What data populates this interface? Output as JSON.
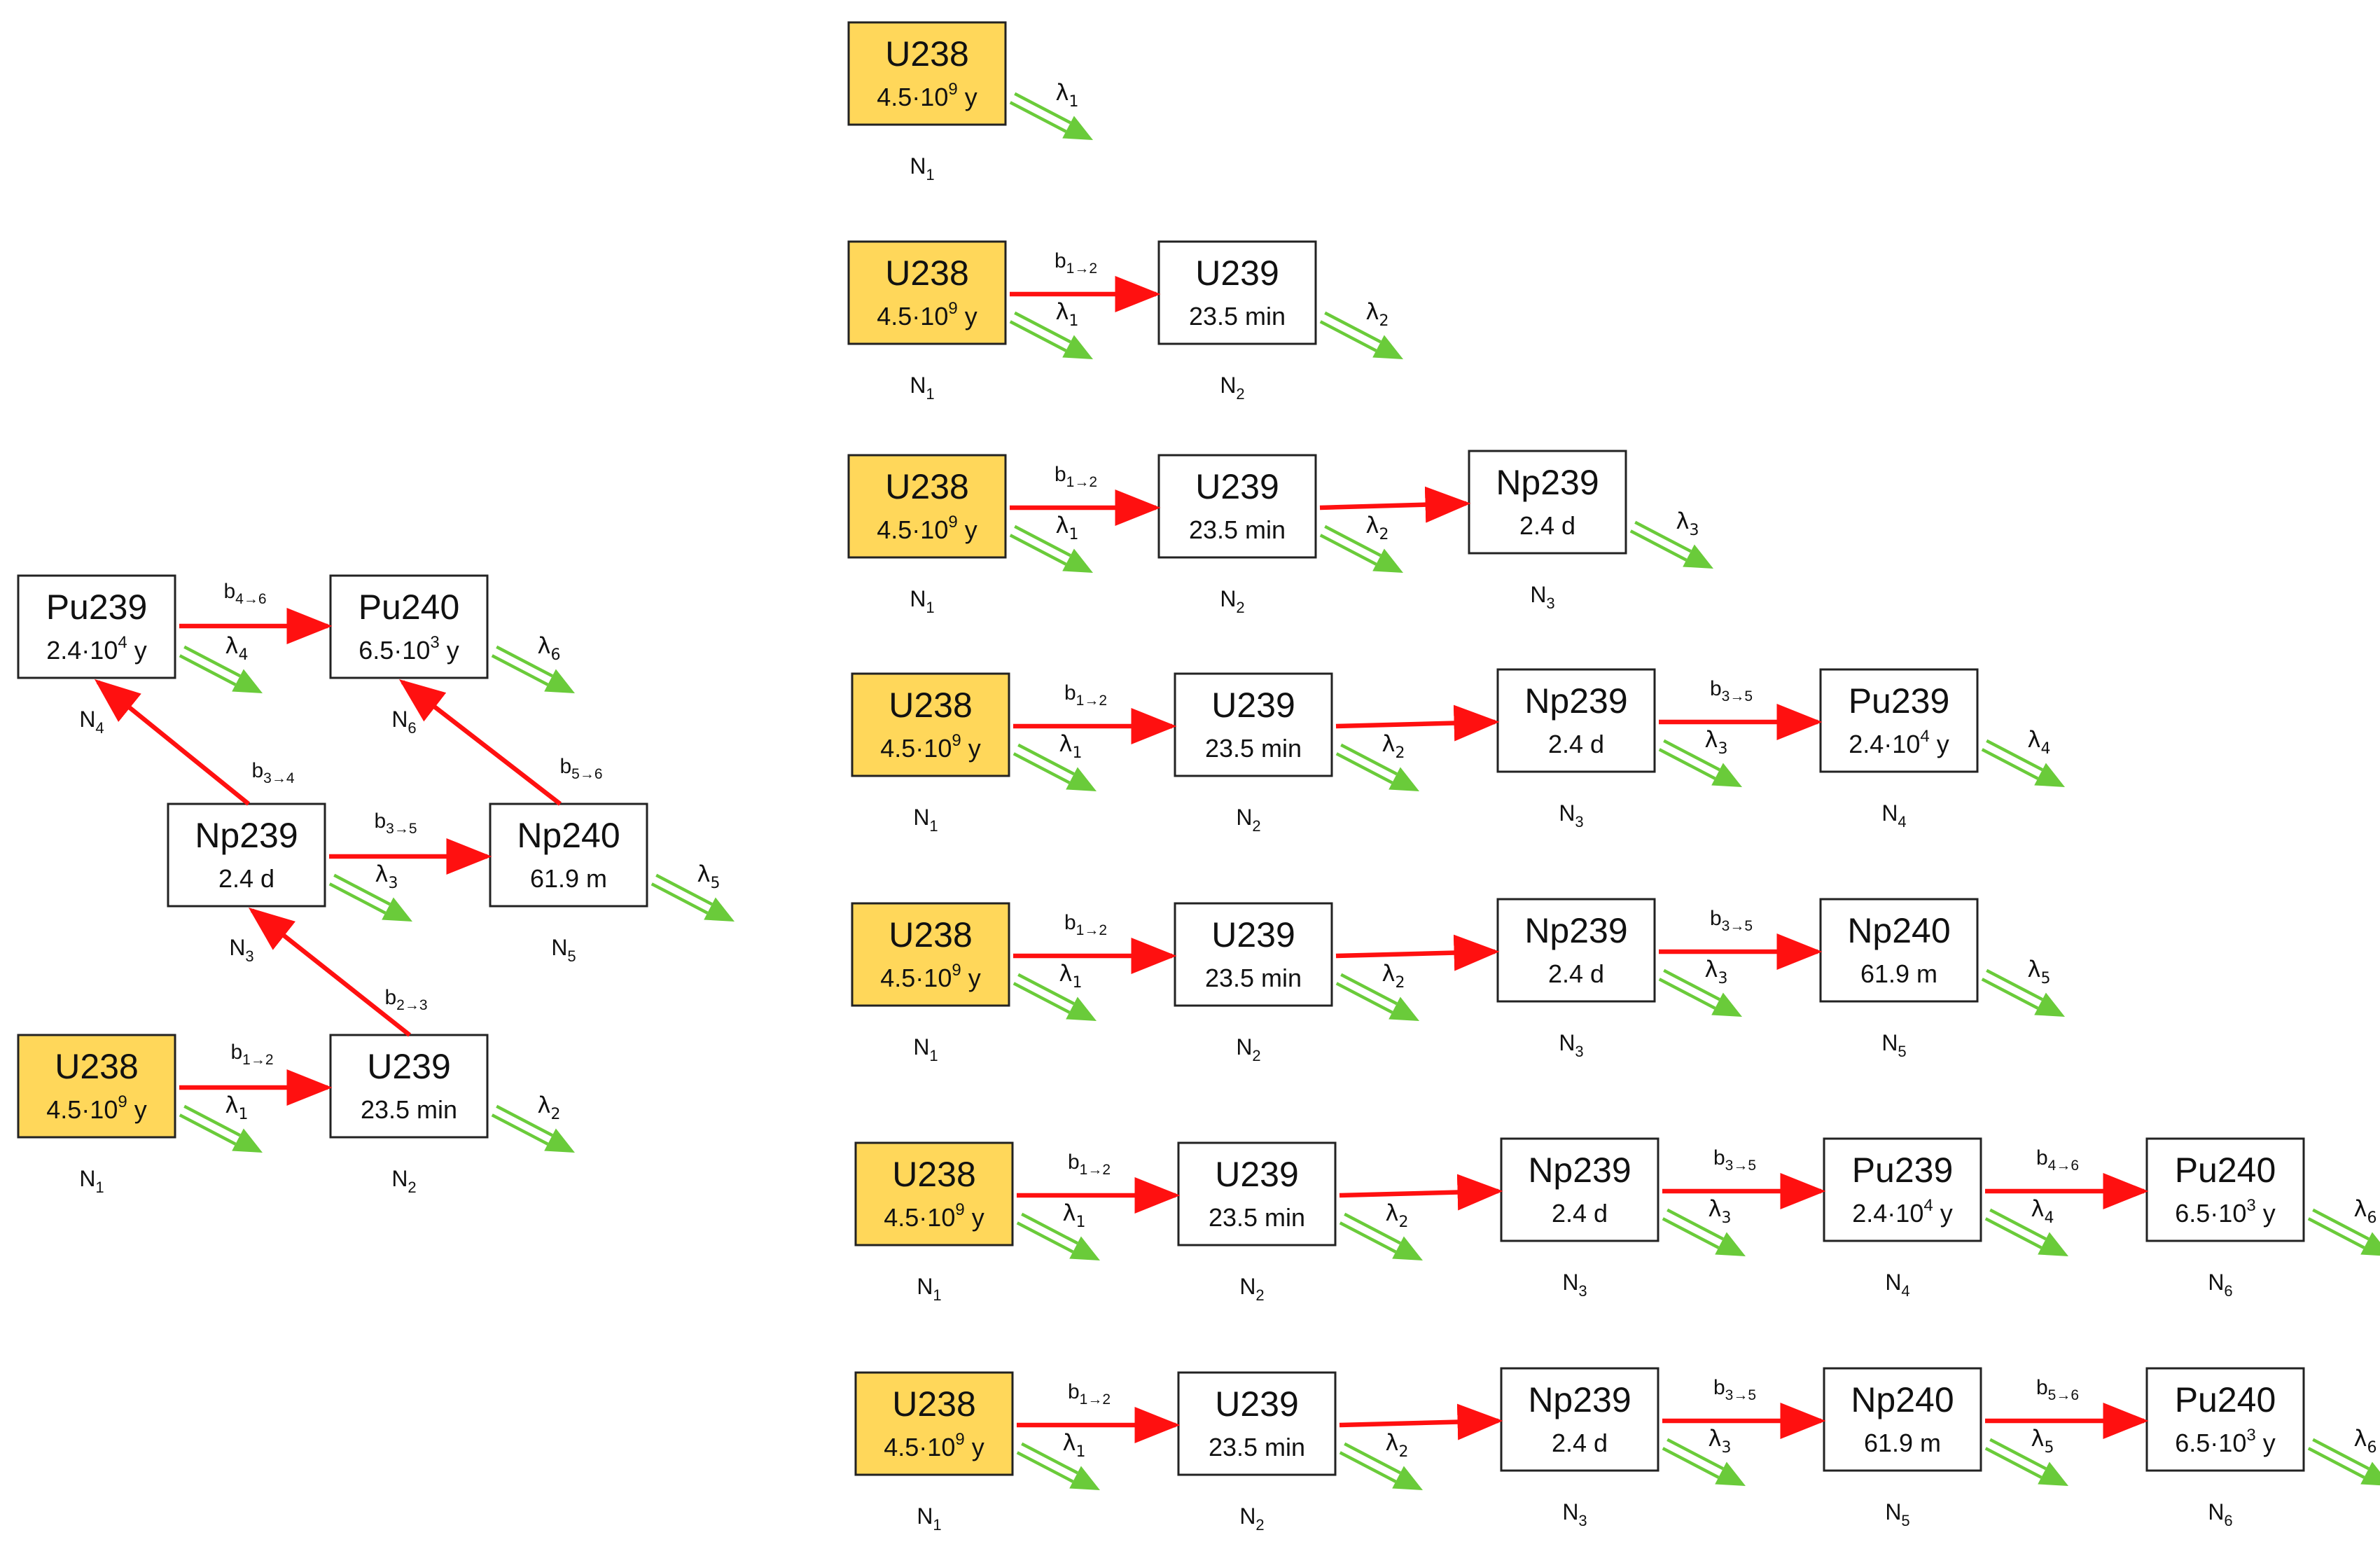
{
  "nuclides": {
    "U238": {
      "name": "U238",
      "hl_mant": "4.5·10",
      "hl_exp": "9",
      "hl_unit": " y",
      "N": "1",
      "lambda": "1",
      "yellow": true
    },
    "U239": {
      "name": "U239",
      "hl_mant": "23.5 min",
      "hl_exp": "",
      "hl_unit": "",
      "N": "2",
      "lambda": "2",
      "yellow": false
    },
    "Np239": {
      "name": "Np239",
      "hl_mant": "2.4 d",
      "hl_exp": "",
      "hl_unit": "",
      "N": "3",
      "lambda": "3",
      "yellow": false
    },
    "Pu239": {
      "name": "Pu239",
      "hl_mant": "2.4·10",
      "hl_exp": "4",
      "hl_unit": " y",
      "N": "4",
      "lambda": "4",
      "yellow": false
    },
    "Np240": {
      "name": "Np240",
      "hl_mant": "61.9 m",
      "hl_exp": "",
      "hl_unit": "",
      "N": "5",
      "lambda": "5",
      "yellow": false
    },
    "Pu240": {
      "name": "Pu240",
      "hl_mant": "6.5·10",
      "hl_exp": "3",
      "hl_unit": " y",
      "N": "6",
      "lambda": "6",
      "yellow": false
    }
  },
  "labels": {
    "N_symbol": "N",
    "lambda_symbol": "λ",
    "b_symbol": "b",
    "arrow_glyph": "→"
  },
  "network": {
    "edges": [
      {
        "from": "U238",
        "to": "U239",
        "b": "1→2"
      },
      {
        "from": "U239",
        "to": "Np239",
        "b": "2→3"
      },
      {
        "from": "Np239",
        "to": "Pu239",
        "b": "3→4"
      },
      {
        "from": "Np239",
        "to": "Np240",
        "b": "3→5"
      },
      {
        "from": "Pu239",
        "to": "Pu240",
        "b": "4→6"
      },
      {
        "from": "Np240",
        "to": "Pu240",
        "b": "5→6"
      }
    ]
  },
  "chains": [
    {
      "nuclides": [
        "U238"
      ],
      "b_labels": []
    },
    {
      "nuclides": [
        "U238",
        "U239"
      ],
      "b_labels": [
        "1→2"
      ]
    },
    {
      "nuclides": [
        "U238",
        "U239",
        "Np239"
      ],
      "b_labels": [
        "1→2",
        ""
      ]
    },
    {
      "nuclides": [
        "U238",
        "U239",
        "Np239",
        "Pu239"
      ],
      "b_labels": [
        "1→2",
        "",
        "3→5"
      ]
    },
    {
      "nuclides": [
        "U238",
        "U239",
        "Np239",
        "Np240"
      ],
      "b_labels": [
        "1→2",
        "",
        "3→5"
      ]
    },
    {
      "nuclides": [
        "U238",
        "U239",
        "Np239",
        "Pu239",
        "Pu240"
      ],
      "b_labels": [
        "1→2",
        "",
        "3→5",
        "4→6"
      ]
    },
    {
      "nuclides": [
        "U238",
        "U239",
        "Np239",
        "Np240",
        "Pu240"
      ],
      "b_labels": [
        "1→2",
        "",
        "3→5",
        "5→6"
      ]
    }
  ],
  "colors": {
    "transmutation_arrow": "#FF1010",
    "decay_arrow": "#6ACB3A",
    "parent_box": "#FFD75A",
    "box_border": "#222222"
  }
}
